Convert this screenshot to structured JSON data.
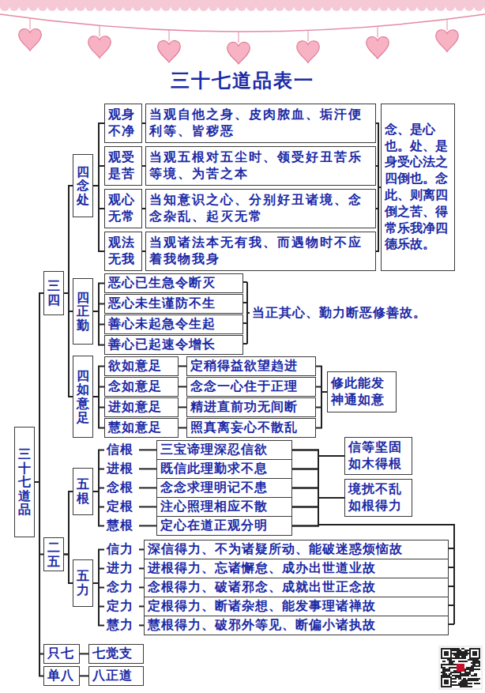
{
  "diagram": {
    "title": "三十七道品表一",
    "nodes": [
      {
        "text": [
          "三十七道品"
        ]
      },
      {
        "text": [
          "三四"
        ]
      },
      {
        "text": [
          "四念处"
        ]
      },
      {
        "text": [
          "观身不净"
        ]
      },
      {
        "text": [
          "当观自他之身、皮肉脓血、垢汗便利等、皆秽恶"
        ]
      },
      {
        "text": [
          "观受是苦"
        ]
      },
      {
        "text": [
          "当观五根对五尘时、领受好丑苦乐等境、为苦之本"
        ]
      },
      {
        "text": [
          "观心无常"
        ]
      },
      {
        "text": [
          "当知意识之心、分别好丑诸境、念念杂乱、起灭无常"
        ]
      },
      {
        "text": [
          "观法无我"
        ]
      },
      {
        "text": [
          "当观诸法本无有我、而遇物时不应着我物我身"
        ]
      },
      {
        "text": [
          "念、是心也。处、是身受心法之四倒也。念此、则离四倒之苦、得常乐我净四德乐故。"
        ]
      },
      {
        "text": [
          "四正勤"
        ]
      },
      {
        "text": [
          "恶心已生急令断灭"
        ]
      },
      {
        "text": [
          "恶心未生谨防不生"
        ]
      },
      {
        "text": [
          "善心未起急令生起"
        ]
      },
      {
        "text": [
          "善心已起速令增长"
        ]
      },
      {
        "text": [
          "四如意足"
        ]
      },
      {
        "text": [
          "欲如意足"
        ]
      },
      {
        "text": [
          "定稍得益欲望趋进"
        ]
      },
      {
        "text": [
          "念如意足"
        ]
      },
      {
        "text": [
          "念念一心住于正理"
        ]
      },
      {
        "text": [
          "进如意足"
        ]
      },
      {
        "text": [
          "精进直前功无间断"
        ]
      },
      {
        "text": [
          "慧如意足"
        ]
      },
      {
        "text": [
          "照真离妄心不散乱"
        ]
      },
      {
        "text": [
          "修此能发神通如意"
        ]
      },
      {
        "text": [
          "二五"
        ]
      },
      {
        "text": [
          "五根"
        ]
      },
      {
        "text": [
          "信根"
        ]
      },
      {
        "text": [
          "三宝谛理深忍信欲"
        ]
      },
      {
        "text": [
          "进根"
        ]
      },
      {
        "text": [
          "既信此理勤求不息"
        ]
      },
      {
        "text": [
          "念根"
        ]
      },
      {
        "text": [
          "念念求理明记不患"
        ]
      },
      {
        "text": [
          "定根"
        ]
      },
      {
        "text": [
          "注心照理相应不散"
        ]
      },
      {
        "text": [
          "慧根"
        ]
      },
      {
        "text": [
          "定心在道正观分明"
        ]
      },
      {
        "text": [
          "信等坚固如木得根"
        ]
      },
      {
        "text": [
          "境扰不乱如根得力"
        ]
      },
      {
        "text": [
          "五力"
        ]
      },
      {
        "text": [
          "信力"
        ]
      },
      {
        "text": [
          "深信得力、不为诸疑所动、能破迷惑烦恼故"
        ]
      },
      {
        "text": [
          "进力"
        ]
      },
      {
        "text": [
          "进根得力、忘诸懈怠、成办出世道业故"
        ]
      },
      {
        "text": [
          "念力"
        ]
      },
      {
        "text": [
          "念根得力、破诸邪念、成就出世正念故"
        ]
      },
      {
        "text": [
          "定力"
        ]
      },
      {
        "text": [
          "定根得力、断诸杂想、能发事理诸禅故"
        ]
      },
      {
        "text": [
          "慧力"
        ]
      },
      {
        "text": [
          "慧根得力、破邪外等见、断偏小诸执故"
        ]
      },
      {
        "text": [
          "只七"
        ]
      },
      {
        "text": [
          "七觉支"
        ]
      },
      {
        "text": [
          "单八"
        ]
      },
      {
        "text": [
          "八正道"
        ]
      }
    ],
    "edges": [
      {
        "from": 0,
        "to": 1,
        "arrow": "none"
      },
      {
        "from": 0,
        "to": 27,
        "arrow": "none"
      },
      {
        "from": 0,
        "to": 52,
        "arrow": "none"
      },
      {
        "from": 0,
        "to": 54,
        "arrow": "none"
      },
      {
        "from": 1,
        "to": 2,
        "arrow": "none"
      },
      {
        "from": 1,
        "to": 12,
        "arrow": "none"
      },
      {
        "from": 1,
        "to": 17,
        "arrow": "none"
      },
      {
        "from": 2,
        "to": 3,
        "arrow": "none"
      },
      {
        "from": 2,
        "to": 5,
        "arrow": "none"
      },
      {
        "from": 2,
        "to": 7,
        "arrow": "none"
      },
      {
        "from": 2,
        "to": 9,
        "arrow": "none"
      },
      {
        "from": 3,
        "to": 4,
        "arrow": "none"
      },
      {
        "from": 5,
        "to": 6,
        "arrow": "none"
      },
      {
        "from": 7,
        "to": 8,
        "arrow": "none"
      },
      {
        "from": 9,
        "to": 10,
        "arrow": "none"
      },
      {
        "from": 4,
        "to": 11,
        "arrow": "none"
      },
      {
        "from": 6,
        "to": 11,
        "arrow": "none"
      },
      {
        "from": 8,
        "to": 11,
        "arrow": "none"
      },
      {
        "from": 10,
        "to": 11,
        "arrow": "none"
      },
      {
        "from": 12,
        "to": 13,
        "arrow": "none"
      },
      {
        "from": 12,
        "to": 14,
        "arrow": "none"
      },
      {
        "from": 12,
        "to": 15,
        "arrow": "none"
      },
      {
        "from": 12,
        "to": 16,
        "arrow": "none"
      },
      {
        "from": 17,
        "to": 18,
        "arrow": "none"
      },
      {
        "from": 17,
        "to": 20,
        "arrow": "none"
      },
      {
        "from": 17,
        "to": 22,
        "arrow": "none"
      },
      {
        "from": 17,
        "to": 24,
        "arrow": "none"
      },
      {
        "from": 18,
        "to": 19,
        "arrow": "none"
      },
      {
        "from": 20,
        "to": 21,
        "arrow": "none"
      },
      {
        "from": 22,
        "to": 23,
        "arrow": "none"
      },
      {
        "from": 24,
        "to": 25,
        "arrow": "none"
      },
      {
        "from": 19,
        "to": 26,
        "arrow": "none"
      },
      {
        "from": 21,
        "to": 26,
        "arrow": "none"
      },
      {
        "from": 23,
        "to": 26,
        "arrow": "none"
      },
      {
        "from": 25,
        "to": 26,
        "arrow": "none"
      },
      {
        "from": 27,
        "to": 28,
        "arrow": "none"
      },
      {
        "from": 27,
        "to": 41,
        "arrow": "none"
      },
      {
        "from": 28,
        "to": 29,
        "arrow": "none"
      },
      {
        "from": 28,
        "to": 31,
        "arrow": "none"
      },
      {
        "from": 28,
        "to": 33,
        "arrow": "none"
      },
      {
        "from": 28,
        "to": 35,
        "arrow": "none"
      },
      {
        "from": 28,
        "to": 37,
        "arrow": "none"
      },
      {
        "from": 29,
        "to": 30,
        "arrow": "none"
      },
      {
        "from": 31,
        "to": 32,
        "arrow": "none"
      },
      {
        "from": 33,
        "to": 34,
        "arrow": "none"
      },
      {
        "from": 35,
        "to": 36,
        "arrow": "none"
      },
      {
        "from": 37,
        "to": 38,
        "arrow": "none"
      },
      {
        "from": 30,
        "to": 39,
        "arrow": "none"
      },
      {
        "from": 32,
        "to": 39,
        "arrow": "none"
      },
      {
        "from": 34,
        "to": 39,
        "arrow": "none"
      },
      {
        "from": 36,
        "to": 39,
        "arrow": "none"
      },
      {
        "from": 38,
        "to": 39,
        "arrow": "none"
      },
      {
        "from": 30,
        "to": 40,
        "arrow": "none"
      },
      {
        "from": 32,
        "to": 40,
        "arrow": "none"
      },
      {
        "from": 34,
        "to": 40,
        "arrow": "none"
      },
      {
        "from": 36,
        "to": 40,
        "arrow": "none"
      },
      {
        "from": 38,
        "to": 40,
        "arrow": "none"
      },
      {
        "from": 41,
        "to": 42,
        "arrow": "none"
      },
      {
        "from": 41,
        "to": 44,
        "arrow": "none"
      },
      {
        "from": 41,
        "to": 46,
        "arrow": "none"
      },
      {
        "from": 41,
        "to": 48,
        "arrow": "none"
      },
      {
        "from": 41,
        "to": 50,
        "arrow": "none"
      },
      {
        "from": 42,
        "to": 43,
        "arrow": "none"
      },
      {
        "from": 44,
        "to": 45,
        "arrow": "none"
      },
      {
        "from": 46,
        "to": 47,
        "arrow": "none"
      },
      {
        "from": 48,
        "to": 49,
        "arrow": "none"
      },
      {
        "from": 50,
        "to": 51,
        "arrow": "none"
      },
      {
        "from": 52,
        "to": 53,
        "arrow": "none"
      },
      {
        "from": 54,
        "to": 55,
        "arrow": "none"
      }
    ],
    "labels": [
      "当正其心、勤力断恶修善故。"
    ]
  }
}
